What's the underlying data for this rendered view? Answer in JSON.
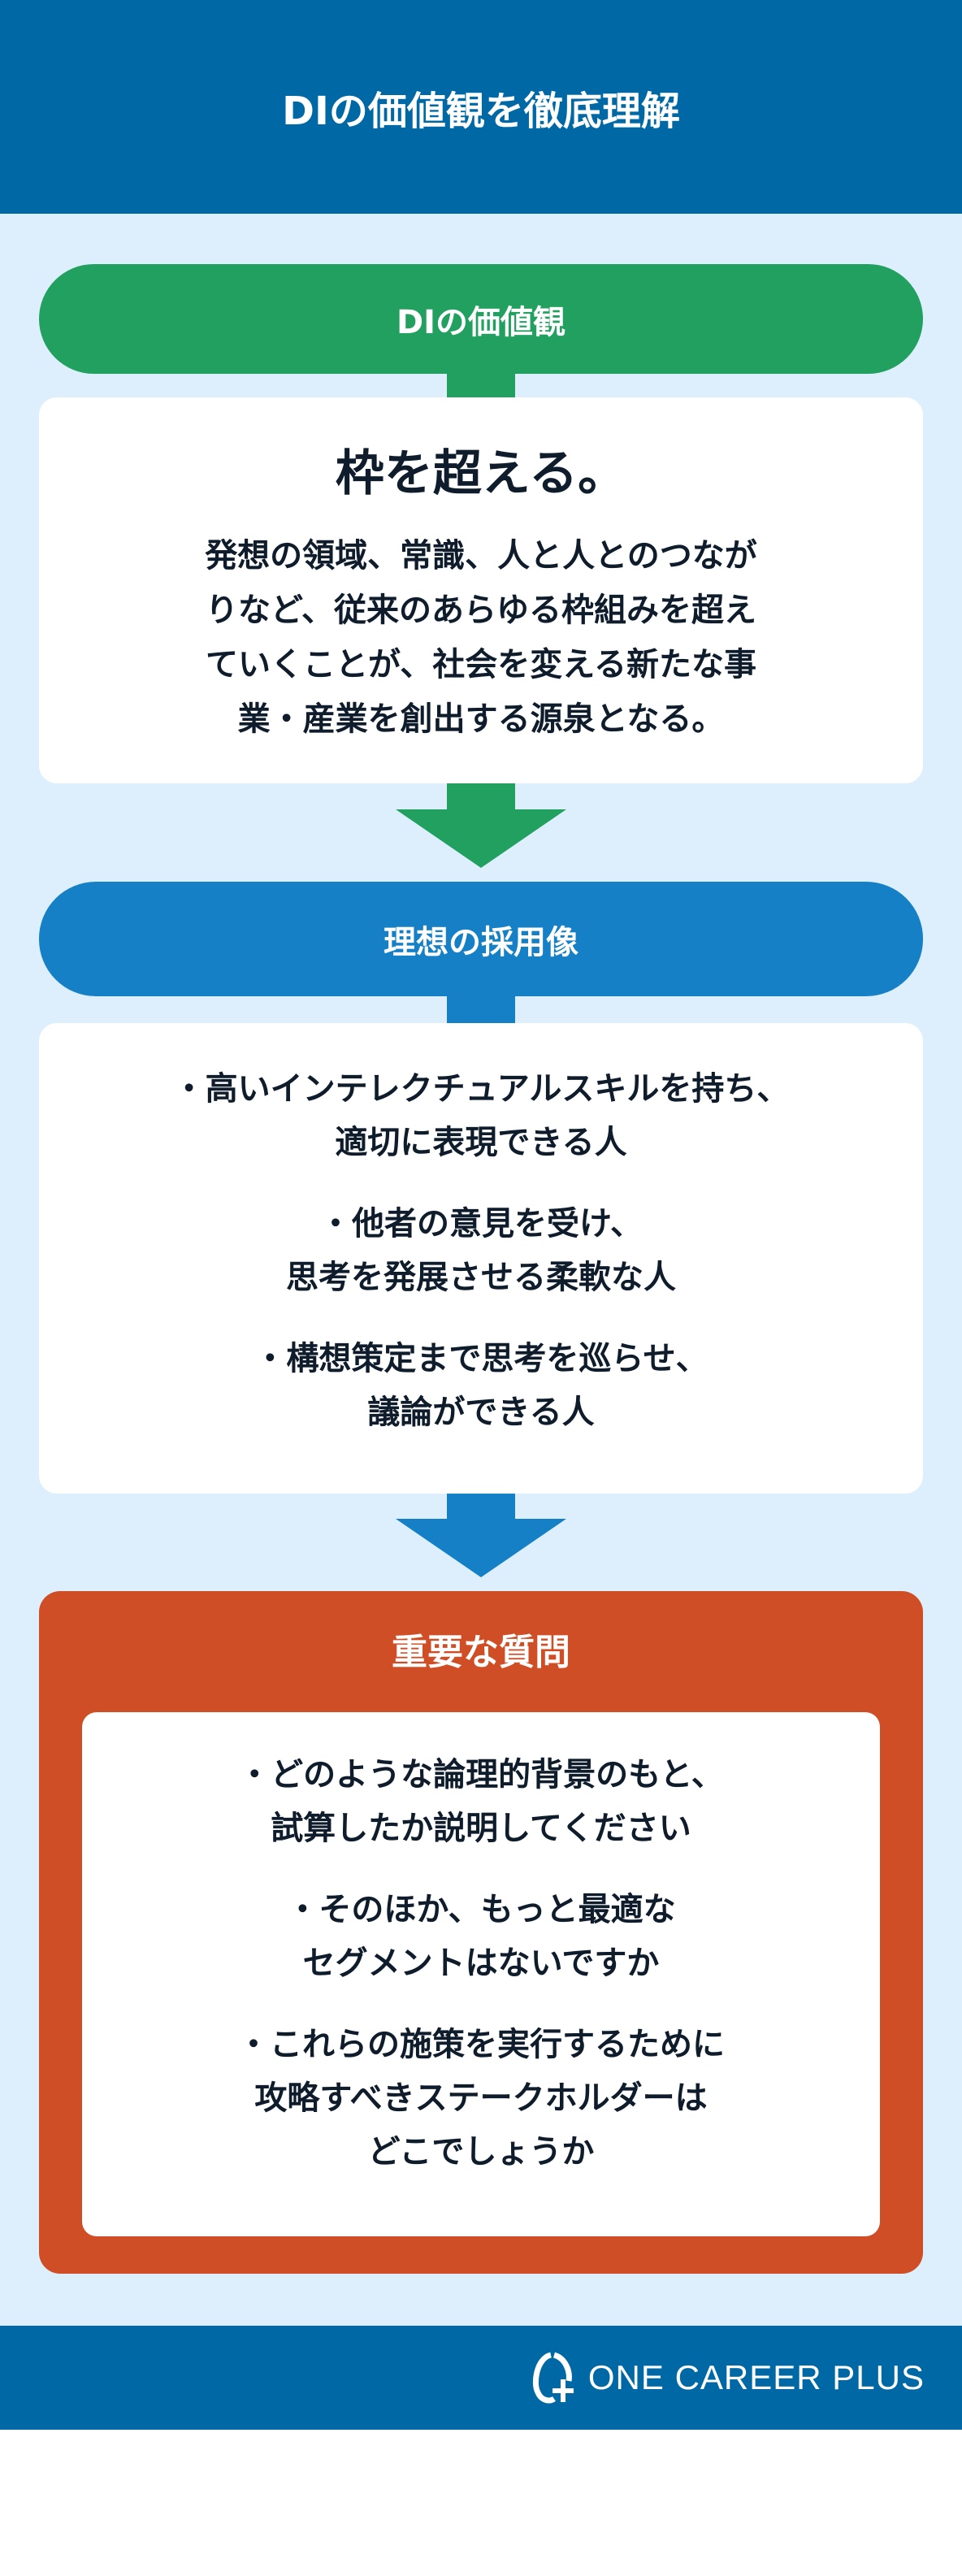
{
  "header": {
    "title": "DIの価値観を徹底理解"
  },
  "values": {
    "label": "DIの価値観",
    "heading": "枠を超える。",
    "body_lines": [
      "発想の領域、常識、人と人とのつなが",
      "りなど、従来のあらゆる枠組みを超え",
      "ていくことが、社会を変える新たな事",
      "業・産業を創出する源泉となる。"
    ]
  },
  "ideal": {
    "label": "理想の採用像",
    "items": [
      [
        "・高いインテレクチュアルスキルを持ち、",
        "適切に表現できる人"
      ],
      [
        "・他者の意見を受け、",
        "思考を発展させる柔軟な人"
      ],
      [
        "・構想策定まで思考を巡らせ、",
        "議論ができる人"
      ]
    ]
  },
  "questions": {
    "label": "重要な質問",
    "items": [
      [
        "・どのような論理的背景のもと、",
        "試算したか説明してください"
      ],
      [
        "・そのほか、もっと最適な",
        "セグメントはないですか"
      ],
      [
        "・これらの施策を実行するために",
        "攻略すべきステークホルダーは",
        "どこでしょうか"
      ]
    ]
  },
  "footer": {
    "logo_text": "ONE CAREER PLUS"
  },
  "colors": {
    "header": "#0069A5",
    "background": "#DDEFFD",
    "green": "#22A060",
    "blue": "#1580C5",
    "orange": "#CF4E25"
  }
}
